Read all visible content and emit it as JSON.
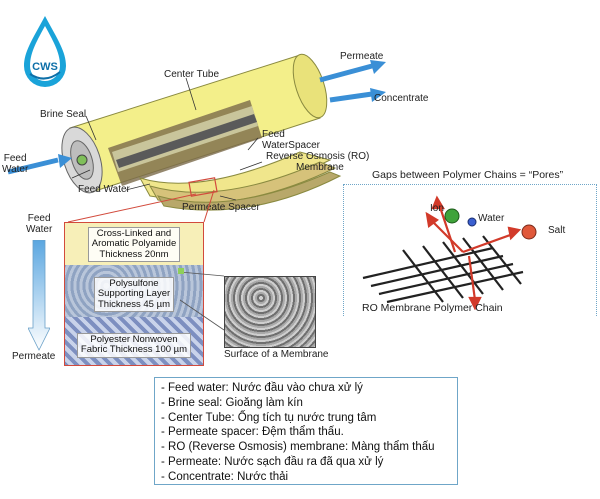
{
  "logo": {
    "text": "CWS",
    "colors": {
      "drop": "#1aa3d9",
      "dark": "#0d6fa8"
    }
  },
  "module_labels": {
    "center_tube": "Center Tube",
    "permeate_top": "Permeate",
    "concentrate": "Concentrate",
    "brine_seal": "Brine Seal",
    "feed_water_left": [
      "Feed",
      "Water"
    ],
    "feed_water_mid": "Feed Water",
    "feed_water_spacer": [
      "Feed",
      "WaterSpacer"
    ],
    "ro_membrane": [
      "Reverse Osmosis (RO)",
      "Membrane"
    ],
    "permeate_spacer": "Permeate Spacer"
  },
  "cross_section": {
    "feed_water": [
      "Feed",
      "Water"
    ],
    "permeate": "Permeate",
    "layers": [
      [
        "Cross-Linked and",
        "Aromatic Polyamide",
        "Thickness 20nm"
      ],
      [
        "Polysulfone",
        "Supporting Layer",
        "Thickness 45 µm"
      ],
      [
        "Polyester Nonwoven",
        "Fabric Thickness 100 µm"
      ]
    ],
    "surface_label": "Surface of a Membrane"
  },
  "polymer_panel": {
    "title": "Gaps between Polymer Chains = “Pores”",
    "ion": "Ion",
    "water": "Water",
    "salt": "Salt",
    "caption": "RO Membrane Polymer Chain"
  },
  "legend": [
    "- Feed water: Nước đầu vào chưa xử lý",
    "- Brine seal: Gioăng làm kín",
    "- Center Tube: Ống tích tụ nước trung tâm",
    "- Permeate spacer: Đệm thẩm thấu.",
    "- RO (Reverse Osmosis) membrane: Màng thẩm thấu",
    "- Permeate: Nước sạch đầu ra đã qua xử lý",
    "- Concentrate: Nước thải"
  ],
  "colors": {
    "tube_yellow": "#f3ef8a",
    "arrow_blue": "#3a8fd6",
    "callout_red": "#d24a3c",
    "legend_border": "#6fa6c8",
    "dotted_border": "#6fa6c8"
  }
}
